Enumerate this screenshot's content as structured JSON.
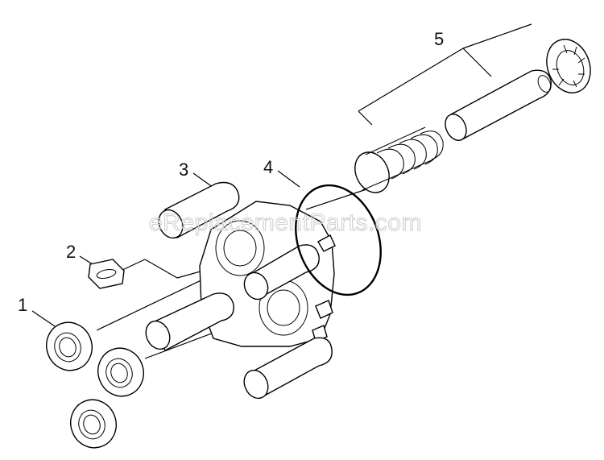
{
  "watermark": "eReplacementParts.com",
  "callouts": [
    "1",
    "2",
    "3",
    "4",
    "5"
  ]
}
